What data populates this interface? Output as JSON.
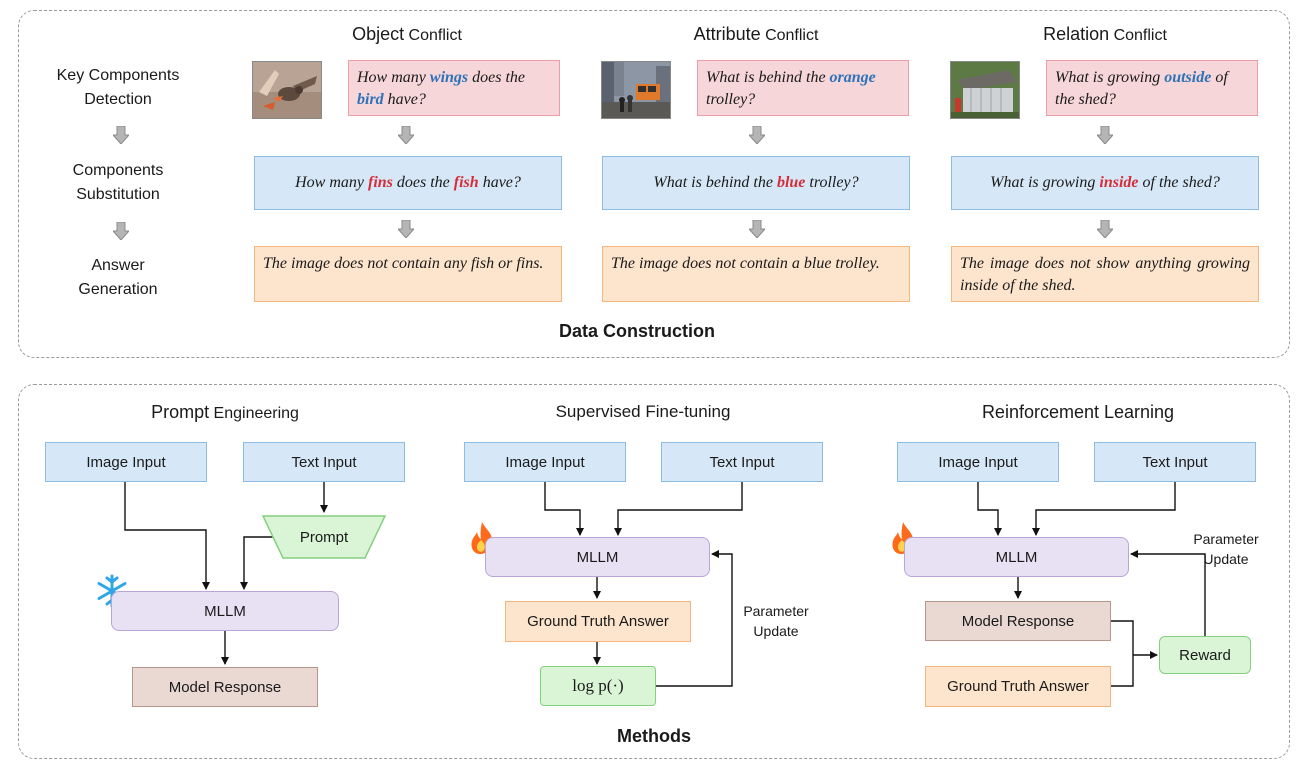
{
  "data_construction": {
    "title": "Data Construction",
    "steps": [
      "Key Components\nDetection",
      "Components\nSubstitution",
      "Answer\nGeneration"
    ],
    "columns": [
      {
        "title_main": "Object",
        "title_rest": " Conflict",
        "question_parts": [
          {
            "t": "How many ",
            "c": ""
          },
          {
            "t": "wings",
            "c": "blue"
          },
          {
            "t": " does the ",
            "c": ""
          },
          {
            "t": "bird",
            "c": "blue"
          },
          {
            "t": " have?",
            "c": ""
          }
        ],
        "substituted_parts": [
          {
            "t": "How many ",
            "c": ""
          },
          {
            "t": "fins",
            "c": "red"
          },
          {
            "t": " does the ",
            "c": ""
          },
          {
            "t": "fish",
            "c": "red"
          },
          {
            "t": " have?",
            "c": ""
          }
        ],
        "answer": "The image does not contain any fish or fins."
      },
      {
        "title_main": "Attribute",
        "title_rest": " Conflict",
        "question_parts": [
          {
            "t": "What is behind the ",
            "c": ""
          },
          {
            "t": "orange",
            "c": "blue"
          },
          {
            "t": " trolley?",
            "c": ""
          }
        ],
        "substituted_parts": [
          {
            "t": "What is behind the ",
            "c": ""
          },
          {
            "t": "blue",
            "c": "red"
          },
          {
            "t": " trolley?",
            "c": ""
          }
        ],
        "answer": "The image does not contain a blue trolley."
      },
      {
        "title_main": "Relation",
        "title_rest": " Conflict",
        "question_parts": [
          {
            "t": "What is growing ",
            "c": ""
          },
          {
            "t": "outside",
            "c": "blue"
          },
          {
            "t": " of the shed?",
            "c": ""
          }
        ],
        "substituted_parts": [
          {
            "t": "What is growing ",
            "c": ""
          },
          {
            "t": "inside",
            "c": "red"
          },
          {
            "t": " of the shed?",
            "c": ""
          }
        ],
        "answer": "The image does not show anything growing inside of the shed."
      }
    ]
  },
  "methods": {
    "title": "Methods",
    "prompt_engineering": {
      "title_main": "Prompt",
      "title_rest": " Engineering",
      "image_input": "Image Input",
      "text_input": "Text Input",
      "prompt": "Prompt",
      "mllm": "MLLM",
      "response": "Model Response"
    },
    "sft": {
      "title": "Supervised Fine-tuning",
      "image_input": "Image Input",
      "text_input": "Text Input",
      "mllm": "MLLM",
      "ground_truth": "Ground Truth Answer",
      "logp": "log p(·)",
      "param_update": "Parameter\nUpdate"
    },
    "rl": {
      "title": "Reinforcement Learning",
      "image_input": "Image Input",
      "text_input": "Text Input",
      "mllm": "MLLM",
      "response": "Model Response",
      "ground_truth": "Ground Truth Answer",
      "reward": "Reward",
      "param_update": "Parameter\nUpdate"
    }
  },
  "colors": {
    "keyword_original": "#2e72b8",
    "keyword_substituted": "#d62d3a",
    "question_fill": "#f6d6d9",
    "substitution_fill": "#d6e8f7",
    "answer_fill": "#fde4cd",
    "mllm_fill": "#e8e0f3",
    "reward_fill": "#d9f5d6"
  }
}
